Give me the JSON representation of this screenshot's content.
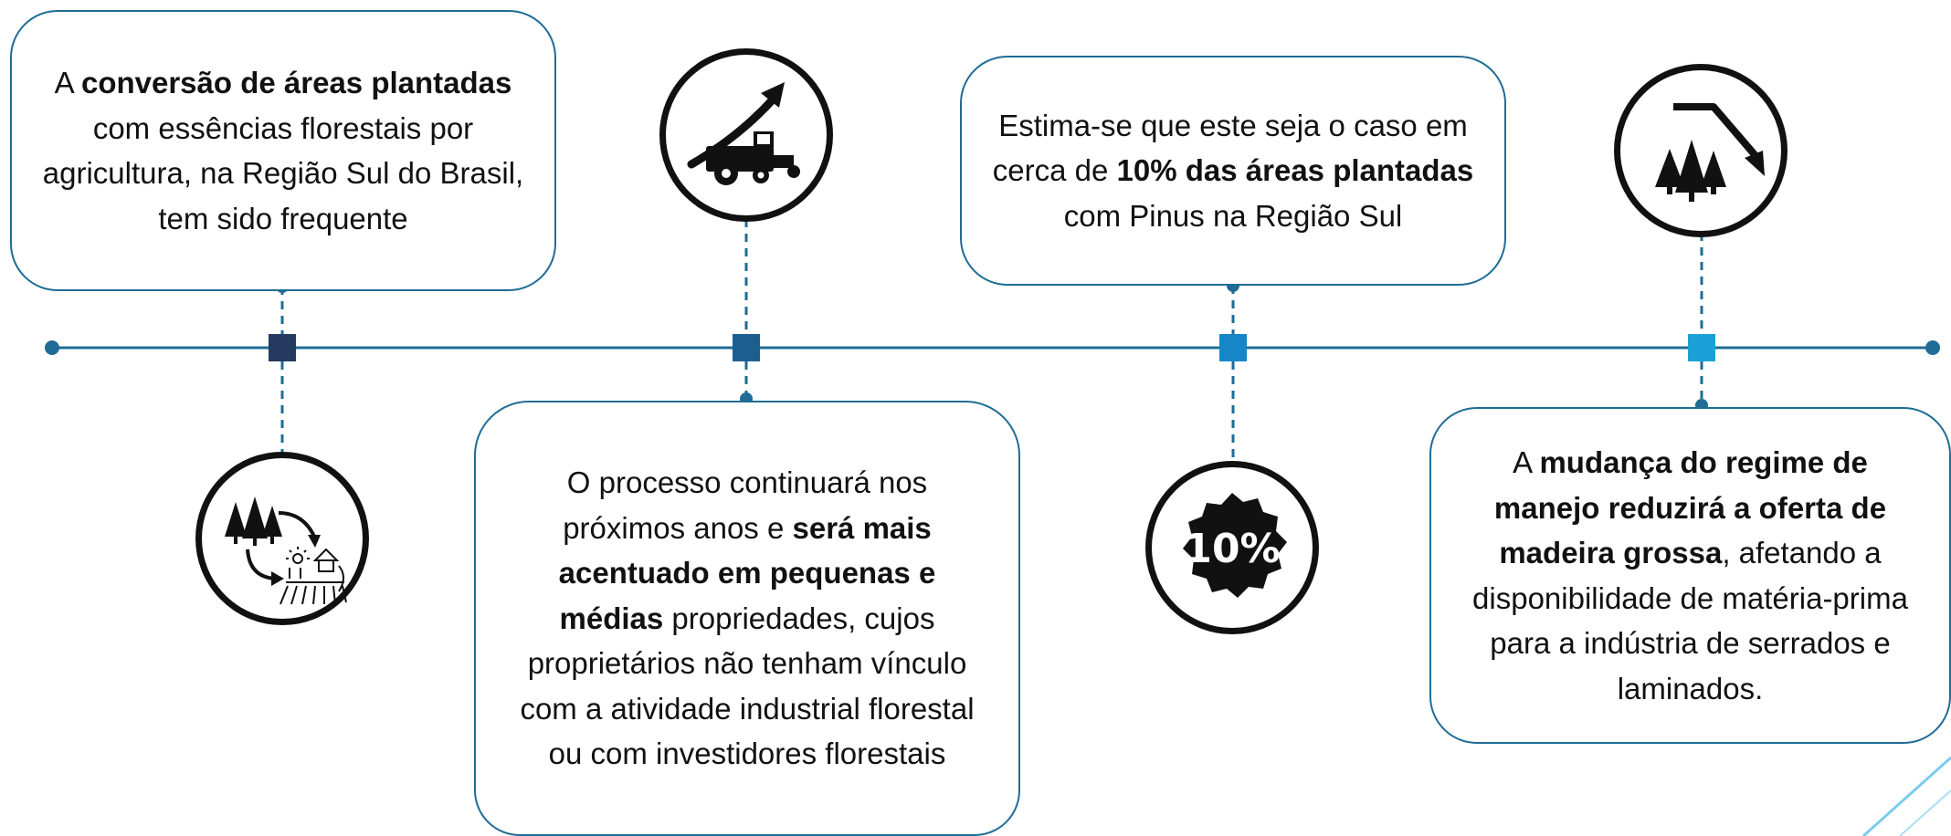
{
  "colors": {
    "line": "#1f6c96",
    "marker_1": "#243a5e",
    "marker_2": "#1c5f8f",
    "marker_3": "#1686c8",
    "marker_4": "#1ba1d8",
    "box_border": "#1f6c96",
    "icon": "#111111"
  },
  "events": [
    {
      "position": "top",
      "text": {
        "p1": "A ",
        "b1": "conversão de áreas plantadas",
        "p2": " com essências florestais por agricultura, na Região Sul do Brasil, tem sido frequente"
      },
      "icon": "forest-to-agriculture-icon"
    },
    {
      "position": "bottom",
      "text": {
        "p1": "O processo continuará nos próximos anos e ",
        "b1": "será mais acentuado em pequenas e médias",
        "p2": " propriedades, cujos proprietários não tenham vínculo com a atividade industrial florestal ou com investidores florestais"
      },
      "icon": "harvester-rising-arrow-icon"
    },
    {
      "position": "top",
      "text": {
        "p1": "Estima-se que este seja o caso em cerca de ",
        "b1": "10% das áreas plantadas",
        "p2": " com Pinus na Região Sul"
      },
      "icon": "ten-percent-badge-icon",
      "badge_label": "10%"
    },
    {
      "position": "bottom",
      "text": {
        "p1": "A ",
        "b1": "mudança do regime de manejo reduzirá a oferta de madeira grossa",
        "p2": ", afetando a disponibilidade de matéria-prima para a indústria de serrados e laminados."
      },
      "icon": "trees-falling-arrow-icon"
    }
  ]
}
